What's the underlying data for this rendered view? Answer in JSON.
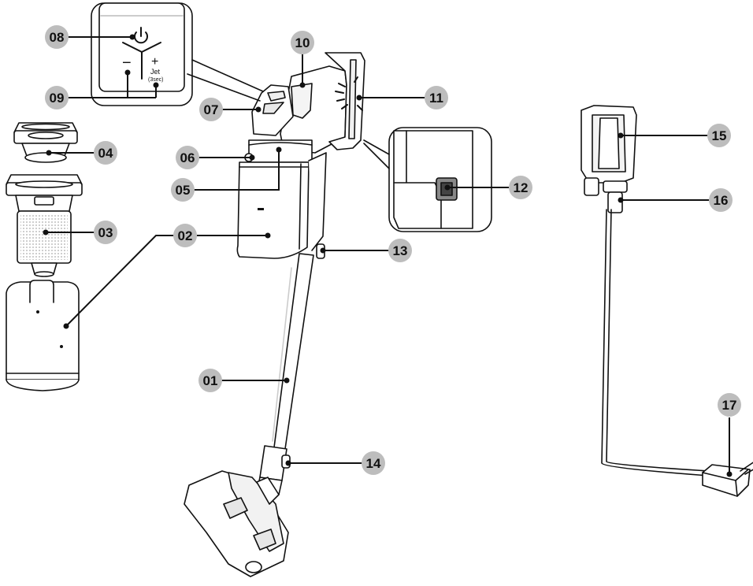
{
  "diagram": {
    "callouts": [
      {
        "id": "01"
      },
      {
        "id": "02"
      },
      {
        "id": "03"
      },
      {
        "id": "04"
      },
      {
        "id": "05"
      },
      {
        "id": "06"
      },
      {
        "id": "07"
      },
      {
        "id": "08"
      },
      {
        "id": "09"
      },
      {
        "id": "10"
      },
      {
        "id": "11"
      },
      {
        "id": "12"
      },
      {
        "id": "13"
      },
      {
        "id": "14"
      },
      {
        "id": "15"
      },
      {
        "id": "16"
      },
      {
        "id": "17"
      }
    ],
    "control_panel": {
      "minus_symbol": "−",
      "plus_symbol": "+",
      "jet_label": "Jet",
      "jet_hint": "(3sec)"
    },
    "colors": {
      "callout_circle": "#bdbdbd",
      "line": "#111111",
      "body_fill": "#ffffff"
    }
  }
}
